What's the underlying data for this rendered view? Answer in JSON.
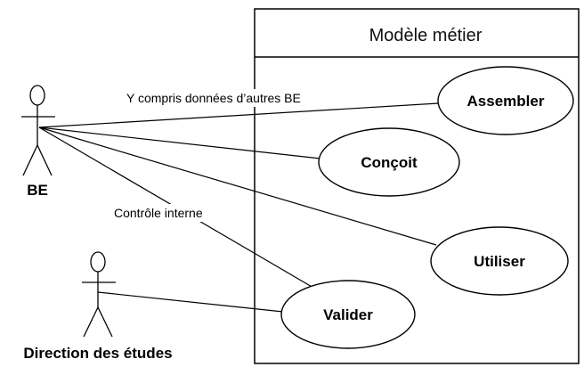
{
  "system": {
    "title": "Modèle métier"
  },
  "actors": [
    {
      "id": "be",
      "label": "BE"
    },
    {
      "id": "direction",
      "label": "Direction des études"
    }
  ],
  "use_cases": [
    {
      "id": "assembler",
      "label": "Assembler"
    },
    {
      "id": "concoit",
      "label": "Conçoit"
    },
    {
      "id": "utiliser",
      "label": "Utiliser"
    },
    {
      "id": "valider",
      "label": "Valider"
    }
  ],
  "associations": [
    {
      "from": "be",
      "to": "assembler",
      "label": "Y compris données d’autres BE"
    },
    {
      "from": "be",
      "to": "concoit",
      "label": ""
    },
    {
      "from": "be",
      "to": "utiliser",
      "label": ""
    },
    {
      "from": "be",
      "to": "valider",
      "label": "Contrôle interne"
    },
    {
      "from": "direction",
      "to": "valider",
      "label": ""
    }
  ]
}
